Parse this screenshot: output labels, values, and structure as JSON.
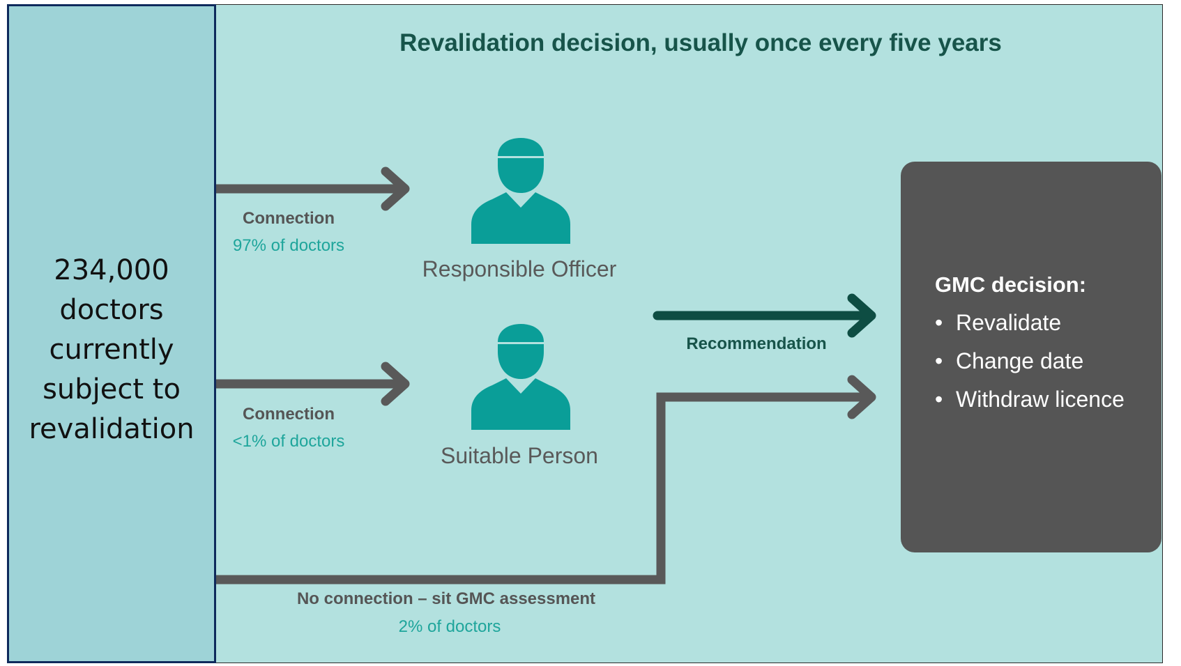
{
  "title": "Revalidation decision, usually once every five years",
  "left_box": {
    "lines": [
      "234,000",
      "doctors",
      "currently",
      "subject to",
      "revalidation"
    ]
  },
  "paths": [
    {
      "label": "Connection",
      "share": "97% of doctors",
      "role": "Responsible Officer",
      "role_icon": "person-icon"
    },
    {
      "label": "Connection",
      "share": "<1% of doctors",
      "role": "Suitable Person",
      "role_icon": "person-icon"
    }
  ],
  "no_connection": {
    "label": "No connection – sit GMC assessment",
    "share": "2% of doctors"
  },
  "recommendation_label": "Recommendation",
  "decision": {
    "heading": "GMC decision:",
    "options": [
      "Revalidate",
      "Change date",
      "Withdraw licence"
    ]
  },
  "colors": {
    "background": "#b3e1df",
    "left_box": "#9ed3d7",
    "left_box_border": "#0e2a5c",
    "teal_icon": "#0a9e98",
    "dark_green": "#17544a",
    "grey_arrow": "#595959",
    "decision_box": "#555555"
  }
}
